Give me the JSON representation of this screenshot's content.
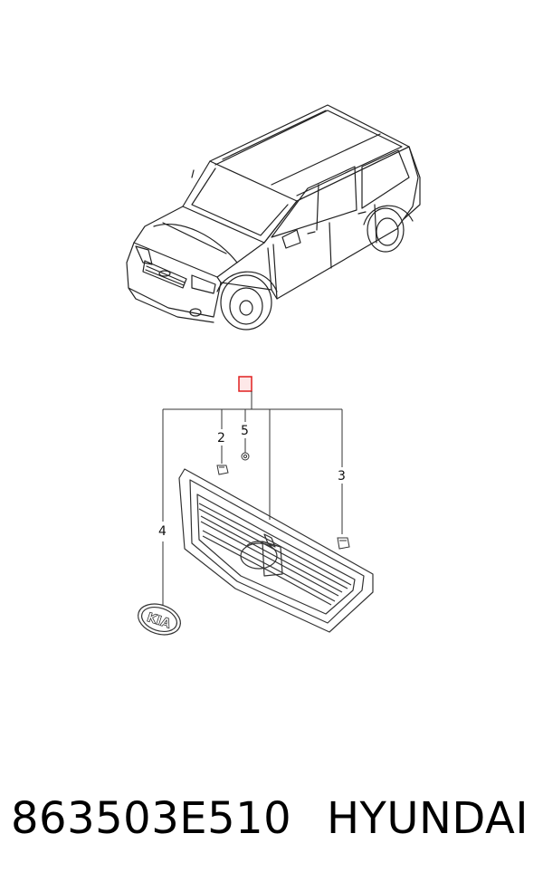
{
  "diagram": {
    "callouts": [
      {
        "id": "1",
        "label": ""
      },
      {
        "id": "2",
        "label": "2"
      },
      {
        "id": "3",
        "label": "3"
      },
      {
        "id": "4",
        "label": "4"
      },
      {
        "id": "5",
        "label": "5"
      }
    ],
    "emblem_text": "KIA",
    "highlight_color": "#e02020"
  },
  "caption": {
    "part_number": "863503E510",
    "brand": "HYUNDAI"
  }
}
